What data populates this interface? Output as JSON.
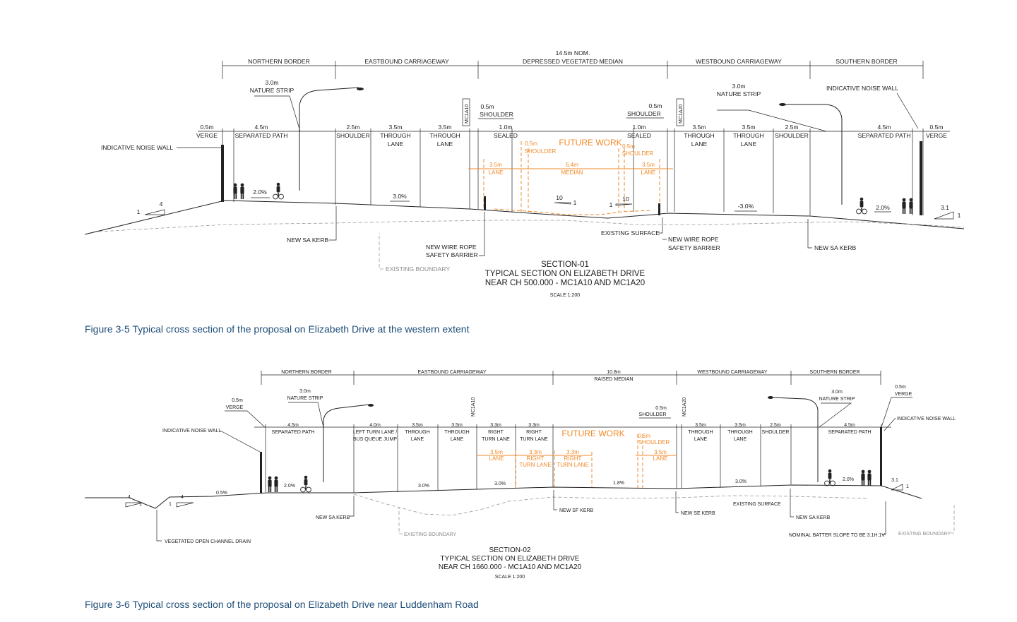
{
  "figure1": {
    "caption": "Figure 3-5 Typical cross section of the proposal on Elizabeth Drive at the western extent",
    "headers": {
      "median_width": "14.5m NOM.",
      "northern_border": "NORTHERN BORDER",
      "eastbound": "EASTBOUND CARRIAGEWAY",
      "median": "DEPRESSED VEGETATED MEDIAN",
      "westbound": "WESTBOUND CARRIAGEWAY",
      "southern_border": "SOUTHERN BORDER"
    },
    "nature_strip_left": [
      "3.0m",
      "NATURE STRIP"
    ],
    "nature_strip_right": [
      "3.0m",
      "NATURE STRIP"
    ],
    "noise_wall_left": "INDICATIVE NOISE WALL",
    "noise_wall_right": "INDICATIVE NOISE WALL",
    "chainages": [
      "MC1A10",
      "MC1A20"
    ],
    "lanes_left": [
      {
        "w": "0.5m",
        "n": "VERGE"
      },
      {
        "w": "4.5m",
        "n": "SEPARATED PATH"
      },
      {
        "w": "2.5m",
        "n": "SHOULDER"
      },
      {
        "w": "3.5m",
        "n": "THROUGH",
        "n2": "LANE"
      },
      {
        "w": "3.5m",
        "n": "THROUGH",
        "n2": "LANE"
      }
    ],
    "median_items": {
      "shoulder_l": [
        "0.5m",
        "SHOULDER"
      ],
      "sealed_l": [
        "1.0m",
        "SEALED"
      ],
      "shoulder_r": [
        "0.5m",
        "SHOULDER"
      ],
      "sealed_r": [
        "1.0m",
        "SEALED"
      ]
    },
    "lanes_right": [
      {
        "w": "3.5m",
        "n": "THROUGH",
        "n2": "LANE"
      },
      {
        "w": "3.5m",
        "n": "THROUGH",
        "n2": "LANE"
      },
      {
        "w": "2.5m",
        "n": "SHOULDER"
      },
      {
        "w": "4.5m",
        "n": "SEPARATED PATH"
      },
      {
        "w": "0.5m",
        "n": "VERGE"
      }
    ],
    "future": {
      "title": "FUTURE WORK",
      "lane_l": [
        "3.5m",
        "LANE"
      ],
      "shoulder_l": [
        "0.5m",
        "SHOULDER"
      ],
      "median": [
        "6.4m",
        "MEDIAN"
      ],
      "shoulder_r": [
        "0.5m",
        "SHOULDER"
      ],
      "lane_r": [
        "3.5m",
        "LANE"
      ]
    },
    "grades": [
      "2.0%",
      "3.0%",
      "-3.0%",
      "2.0%"
    ],
    "slopes": {
      "left_a": "4",
      "left_b": "1",
      "med_l": "10",
      "med_l1": "1",
      "med_r1": "1",
      "med_r": "10",
      "right_a": "3.1",
      "right_b": "1"
    },
    "callouts": {
      "kerb_l": "NEW SA KERB",
      "barrier_l": [
        "NEW WIRE ROPE",
        "SAFETY BARRIER"
      ],
      "boundary": "EXISTING BOUNDARY",
      "surface": "EXISTING SURFACE",
      "barrier_r": [
        "NEW WIRE ROPE",
        "SAFETY BARRIER"
      ],
      "kerb_r": "NEW SA KERB"
    },
    "section": {
      "title": "SECTION-01",
      "line1": "TYPICAL SECTION ON ELIZABETH DRIVE",
      "line2": "NEAR CH 500.000 - MC1A10 AND MC1A20",
      "scale": "SCALE 1:200"
    }
  },
  "figure2": {
    "caption": "Figure 3-6 Typical cross section of the proposal on Elizabeth Drive near Luddenham Road",
    "headers": {
      "northern_border": "NORTHERN BORDER",
      "eastbound": "EASTBOUND CARRIAGEWAY",
      "median_width": "10.8m",
      "median": "RAISED MEDIAN",
      "westbound": "WESTBOUND CARRIAGEWAY",
      "southern_border": "SOUTHERN BORDER"
    },
    "nature_strip_left": [
      "3.0m",
      "NATURE STRIP"
    ],
    "nature_strip_right": [
      "3.0m",
      "NATURE STRIP"
    ],
    "verge_left": [
      "0.5m",
      "VERGE"
    ],
    "verge_right": [
      "0.5m",
      "VERGE"
    ],
    "noise_wall_left": "INDICATIVE NOISE WALL",
    "noise_wall_right": "INDICATIVE NOISE WALL",
    "chainages": [
      "MC1A10",
      "MC1A20"
    ],
    "lanes_left": [
      {
        "w": "4.5m",
        "n": "SEPARATED PATH"
      },
      {
        "w": "4.0m",
        "n": "LEFT TURN LANE /",
        "n2": "BUS QUEUE JUMP"
      },
      {
        "w": "3.5m",
        "n": "THROUGH",
        "n2": "LANE"
      },
      {
        "w": "3.5m",
        "n": "THROUGH",
        "n2": "LANE"
      },
      {
        "w": "3.3m",
        "n": "RIGHT",
        "n2": "TURN LANE"
      },
      {
        "w": "3.3m",
        "n": "RIGHT",
        "n2": "TURN LANE"
      }
    ],
    "shoulder_r": [
      "0.5m",
      "SHOULDER"
    ],
    "lanes_right": [
      {
        "w": "3.5m",
        "n": "THROUGH",
        "n2": "LANE"
      },
      {
        "w": "3.5m",
        "n": "THROUGH",
        "n2": "LANE"
      },
      {
        "w": "2.5m",
        "n": "SHOULDER"
      },
      {
        "w": "4.5m",
        "n": "SEPARATED PATH"
      }
    ],
    "future": {
      "title": "FUTURE WORK",
      "lane_l": [
        "3.5m",
        "LANE"
      ],
      "rtl_1": [
        "3.3m",
        "RIGHT",
        "TURN LANE"
      ],
      "rtl_2": [
        "3.3m",
        "RIGHT",
        "TURN LANE"
      ],
      "shoulder": [
        "0.5m",
        "SHOULDER"
      ],
      "lane_r": [
        "3.5m",
        "LANE"
      ]
    },
    "grades": [
      "0.5%",
      "2.0%",
      "3.0%",
      "3.0%",
      "1.8%",
      "3.0%",
      "2.0%"
    ],
    "slopes": {
      "a": "4",
      "b": "1",
      "c": "1",
      "d": "4",
      "e": "3.1",
      "f": "1"
    },
    "callouts": {
      "drain": "VEGETATED OPEN CHANNEL DRAIN",
      "kerb_l": "NEW SA KERB",
      "boundary_l": "EXISTING BOUNDARY",
      "sf_kerb": "NEW SF KERB",
      "se_kerb": "NEW SE KERB",
      "surface": "EXISTING SURFACE",
      "kerb_r": "NEW SA KERB",
      "batter": "NOMINAL BATTER SLOPE TO BE 3.1H:1V",
      "boundary_r": "EXISTING BOUNDARY"
    },
    "section": {
      "title": "SECTION-02",
      "line1": "TYPICAL SECTION ON ELIZABETH DRIVE",
      "line2": "NEAR CH 1660.000 - MC1A10 AND MC1A20",
      "scale": "SCALE 1:200"
    }
  }
}
